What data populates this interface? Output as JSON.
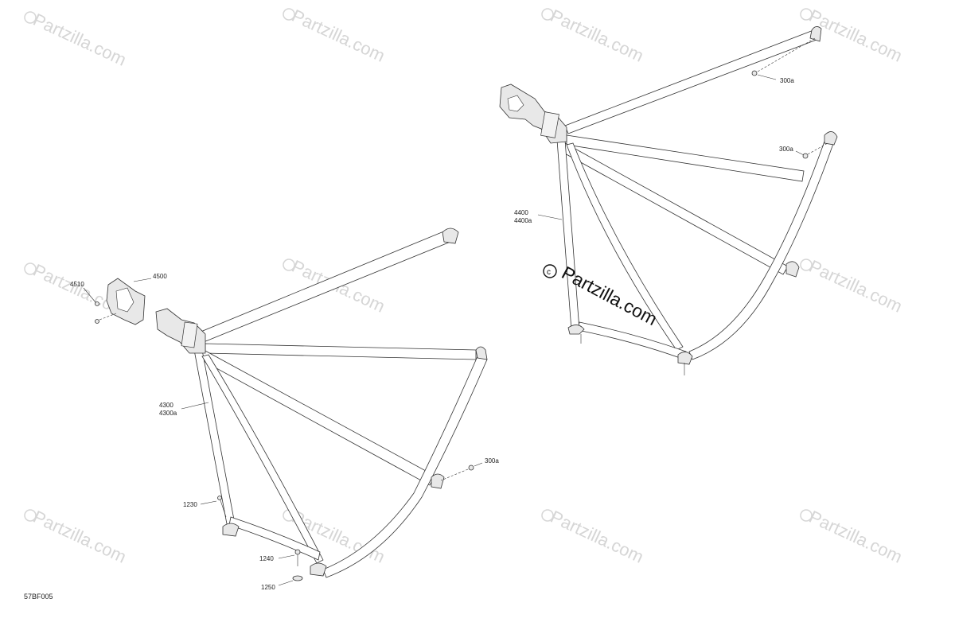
{
  "watermark": {
    "text": "Partzilla.com",
    "main_text": "Partzilla.com"
  },
  "labels": {
    "l300a_top": "300a",
    "l300a_mid": "300a",
    "l300a_bottom": "300a",
    "l4400": "4400",
    "l4400a": "4400a",
    "l4510": "4510",
    "l4500": "4500",
    "l4300": "4300",
    "l4300a": "4300a",
    "l1230": "1230",
    "l1240": "1240",
    "l1250": "1250"
  },
  "diagram_ref": "57BF005"
}
